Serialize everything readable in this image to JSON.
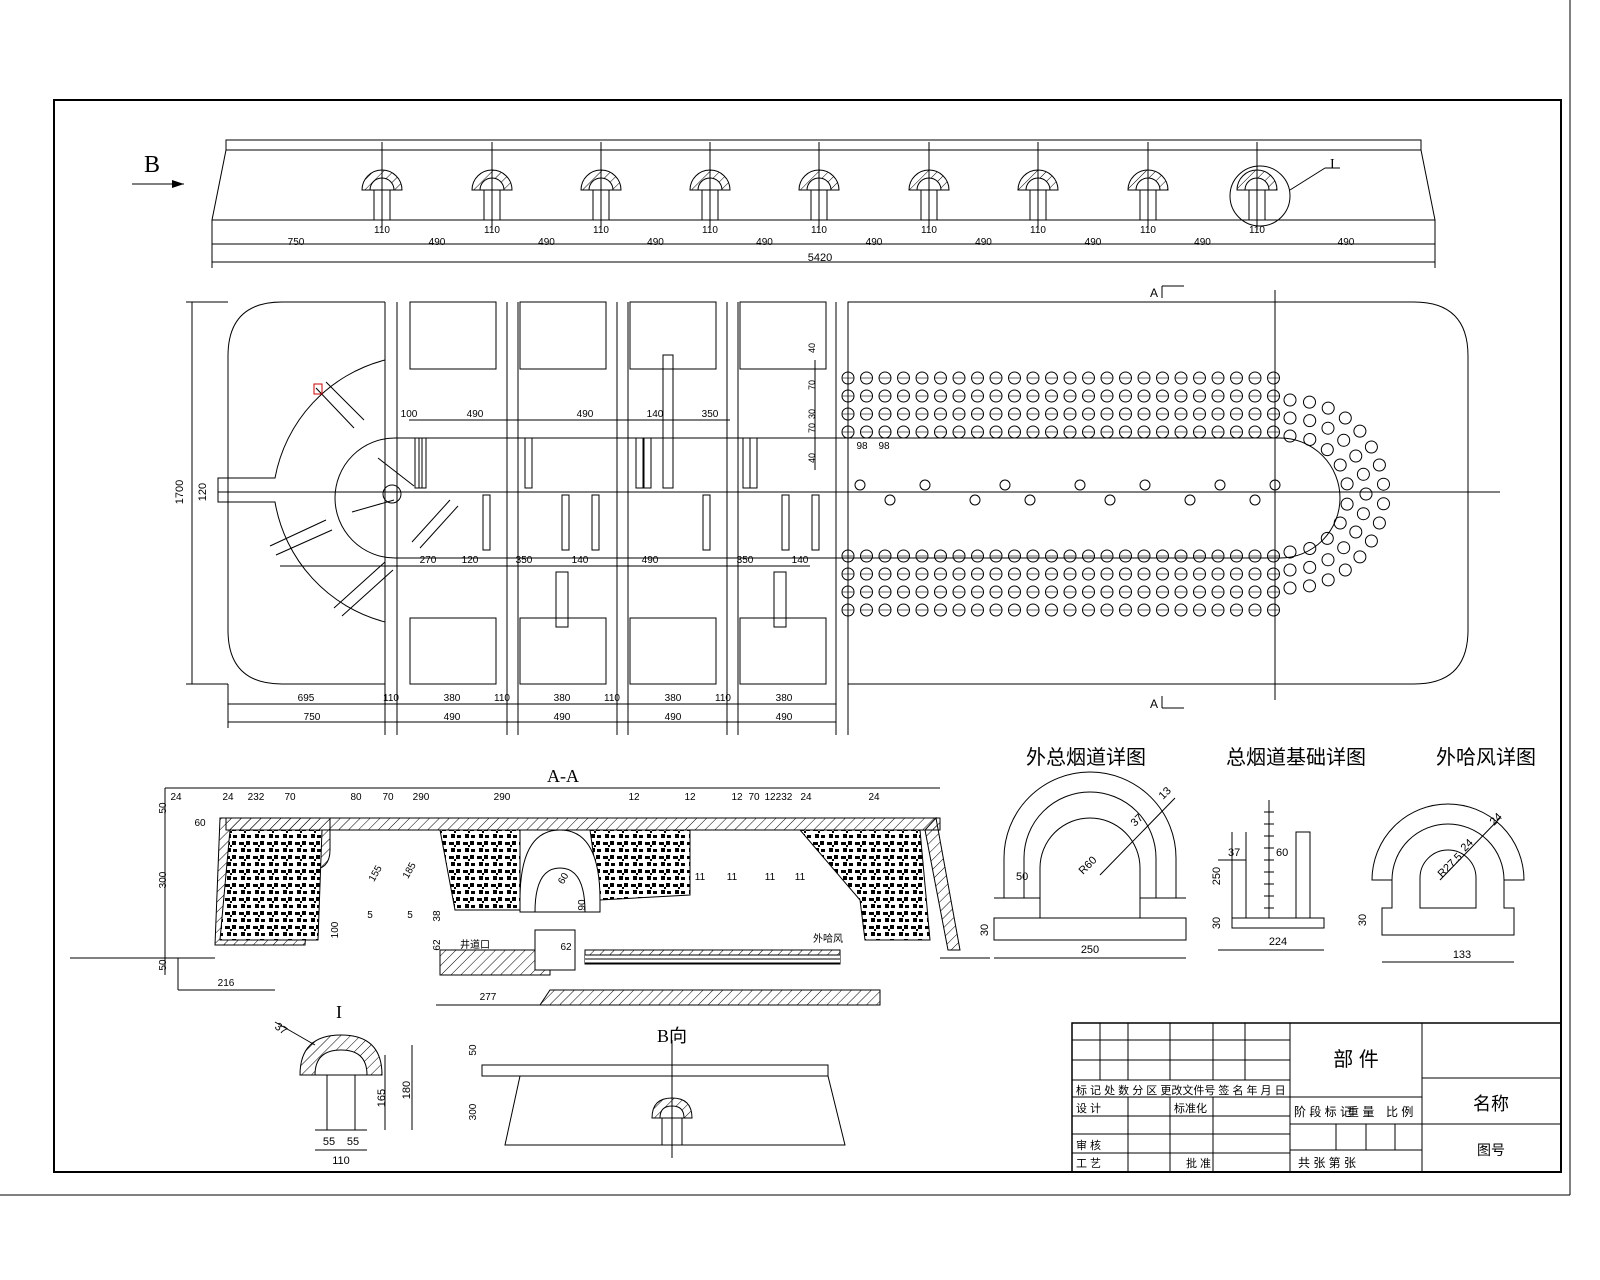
{
  "views": {
    "b_arrow": "B",
    "detail_marker": "I",
    "section_a": "A",
    "section_aa_title": "A-A",
    "detail_i_title": "I",
    "b_view_title": "B向",
    "detail1_title": "外总烟道详图",
    "detail2_title": "总烟道基础详图",
    "detail3_title": "外哈风详图"
  },
  "top_view": {
    "dims": [
      "750",
      "110",
      "490",
      "110",
      "490",
      "110",
      "490",
      "110",
      "490",
      "110",
      "490",
      "110",
      "490",
      "110",
      "490",
      "110",
      "490",
      "110",
      "490",
      "110",
      "750"
    ],
    "overall": "5420"
  },
  "plan_view": {
    "height": "1700",
    "left_flue": "120",
    "top_dims": [
      "100",
      "490",
      "490",
      "140",
      "350"
    ],
    "mid_dims": [
      "270",
      "120",
      "350",
      "140",
      "490",
      "350",
      "140"
    ],
    "right_dims": [
      "40",
      "70",
      "30",
      "70",
      "40"
    ],
    "pitch": [
      "98",
      "98"
    ],
    "bottom_row1": [
      "695",
      "110",
      "380",
      "110",
      "380",
      "110",
      "380",
      "110",
      "380"
    ],
    "bottom_row2": [
      "750",
      "490",
      "490",
      "490",
      "490"
    ]
  },
  "section": {
    "top_dims": [
      "24",
      "24",
      "232",
      "70",
      "80",
      "70",
      "290",
      "290",
      "12",
      "12",
      "12",
      "70",
      "12",
      "232",
      "24",
      "24"
    ],
    "side": [
      "50",
      "60",
      "300",
      "50"
    ],
    "inner": [
      "5",
      "5",
      "155",
      "185",
      "100",
      "38",
      "62",
      "62",
      "90",
      "60",
      "11",
      "11",
      "11",
      "11"
    ],
    "bottom": [
      "216",
      "277"
    ],
    "labels": [
      "井道口",
      "外哈风"
    ]
  },
  "detail_i": {
    "r": "37",
    "h1": "165",
    "h2": "180",
    "w1": "55",
    "w2": "55",
    "w": "110"
  },
  "b_view": {
    "h1": "50",
    "h2": "300"
  },
  "detail1": {
    "d1": "13",
    "d2": "37",
    "r": "R60",
    "h": "50",
    "base": "30",
    "w": "250"
  },
  "detail2": {
    "d1": "37",
    "d2": "60",
    "h": "250",
    "base": "30",
    "w": "224"
  },
  "detail3": {
    "d1": "24",
    "d2": "24",
    "r": "R27.5",
    "base": "30",
    "w": "133"
  },
  "title_block": {
    "part": "部    件",
    "name": "名称",
    "drawing_no": "图号",
    "row1": "标 记 处 数 分 区 更改文件号 签 名 年 月 日",
    "design": "设 计",
    "standard": "标准化",
    "stage": "阶 段 标 记",
    "weight": "重 量",
    "scale": "比 例",
    "review": "审 核",
    "process": "工 艺",
    "approve": "批 准",
    "sheets": "共   张  第   张"
  }
}
